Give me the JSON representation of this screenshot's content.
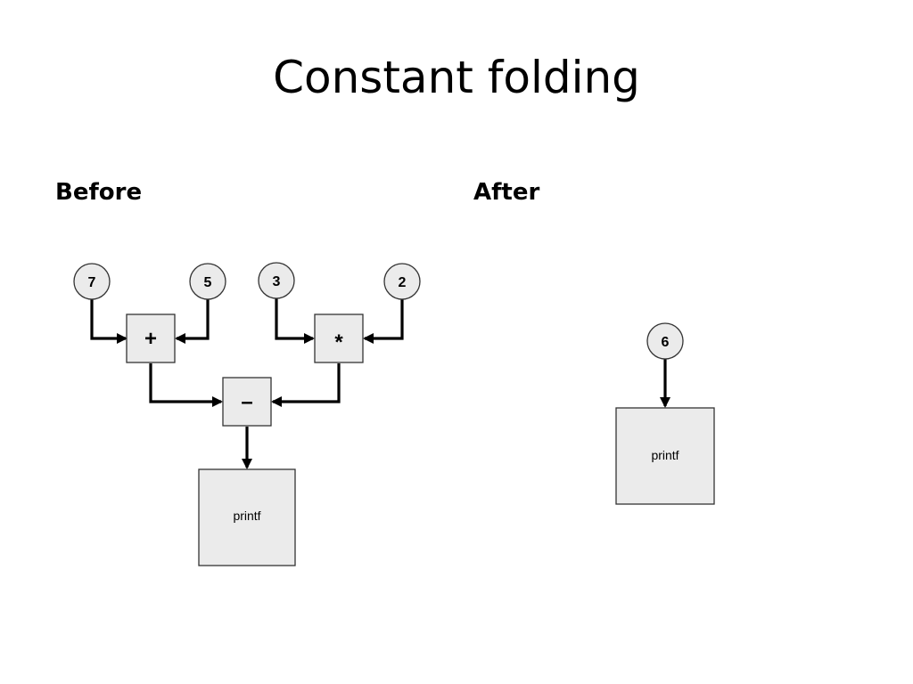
{
  "title": "Constant folding",
  "before": {
    "label": "Before",
    "constants": [
      "7",
      "5",
      "3",
      "2"
    ],
    "operators": [
      "+",
      "*",
      "–"
    ],
    "sink": "printf"
  },
  "after": {
    "label": "After",
    "constant": "6",
    "sink": "printf"
  },
  "colors": {
    "node_fill": "#ebebeb",
    "node_stroke": "#333333",
    "edge": "#000000",
    "background": "#ffffff"
  }
}
